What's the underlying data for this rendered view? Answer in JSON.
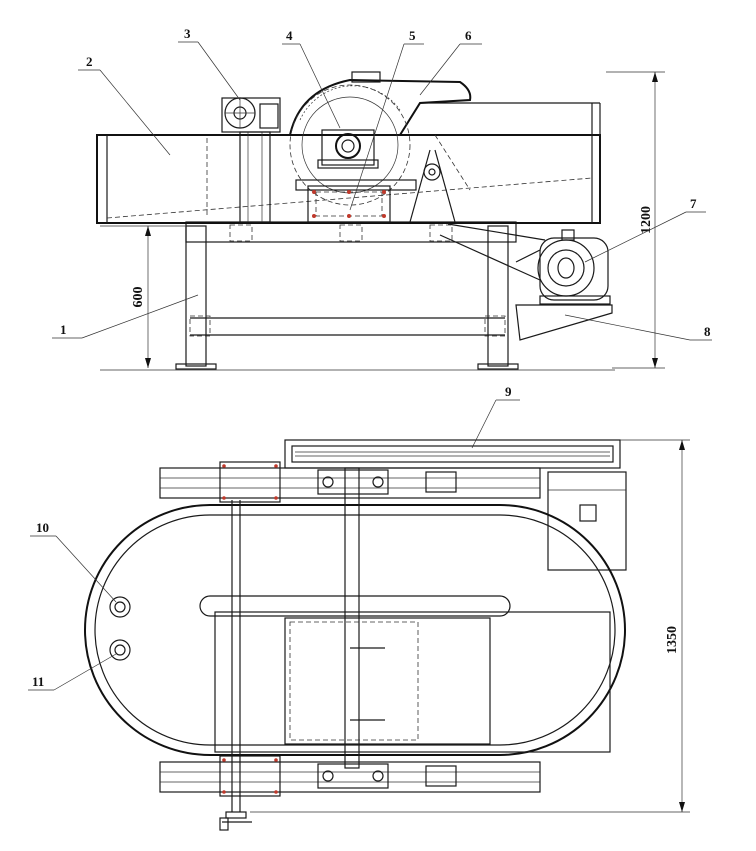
{
  "callouts": {
    "c1": "1",
    "c2": "2",
    "c3": "3",
    "c4": "4",
    "c5": "5",
    "c6": "6",
    "c7": "7",
    "c8": "8",
    "c9": "9",
    "c10": "10",
    "c11": "11"
  },
  "dimensions": {
    "overall_height": "1200",
    "base_height": "600",
    "overall_width": "1350"
  }
}
